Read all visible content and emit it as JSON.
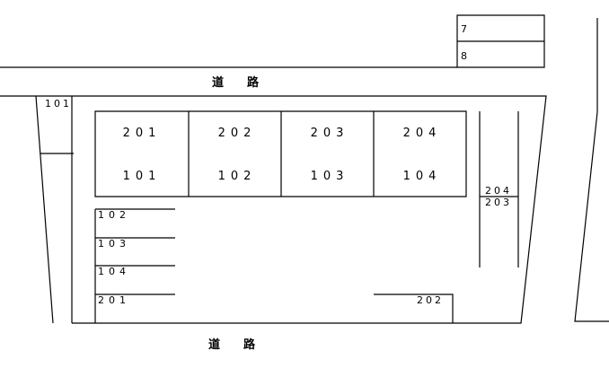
{
  "roads": {
    "top": "道　　路",
    "bottom": "道　　路"
  },
  "corner_slots": [
    "7",
    "8"
  ],
  "left_slot": "101",
  "units": [
    {
      "upper": "201",
      "lower": "101"
    },
    {
      "upper": "202",
      "lower": "102"
    },
    {
      "upper": "203",
      "lower": "103"
    },
    {
      "upper": "204",
      "lower": "104"
    }
  ],
  "parking_left": [
    "102",
    "103",
    "104",
    "201"
  ],
  "parking_right": [
    "204",
    "203"
  ],
  "parking_bottom_right": "202"
}
